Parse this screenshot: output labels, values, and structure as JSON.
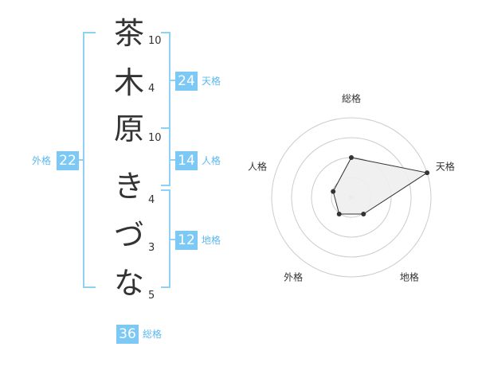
{
  "name": {
    "characters": [
      {
        "char": "茶",
        "strokes": "10"
      },
      {
        "char": "木",
        "strokes": "4"
      },
      {
        "char": "原",
        "strokes": "10"
      },
      {
        "char": "き",
        "strokes": "4"
      },
      {
        "char": "づ",
        "strokes": "3"
      },
      {
        "char": "な",
        "strokes": "5"
      }
    ]
  },
  "fortunes": {
    "tenkaku": {
      "label": "天格",
      "value": "24"
    },
    "jinkaku": {
      "label": "人格",
      "value": "14"
    },
    "chikaku": {
      "label": "地格",
      "value": "12"
    },
    "gaikaku": {
      "label": "外格",
      "value": "22"
    },
    "soukaku": {
      "label": "総格",
      "value": "36"
    }
  },
  "colors": {
    "accent": "#7dc9f5",
    "bracket": "#8fd0f7",
    "label": "#5cb8ee"
  },
  "chart_data": {
    "type": "radar",
    "axes": [
      "総格",
      "天格",
      "地格",
      "外格",
      "人格"
    ],
    "values": [
      2.5,
      5,
      1.3,
      1.3,
      1.2
    ],
    "range": [
      0,
      5
    ],
    "rings": 4
  }
}
